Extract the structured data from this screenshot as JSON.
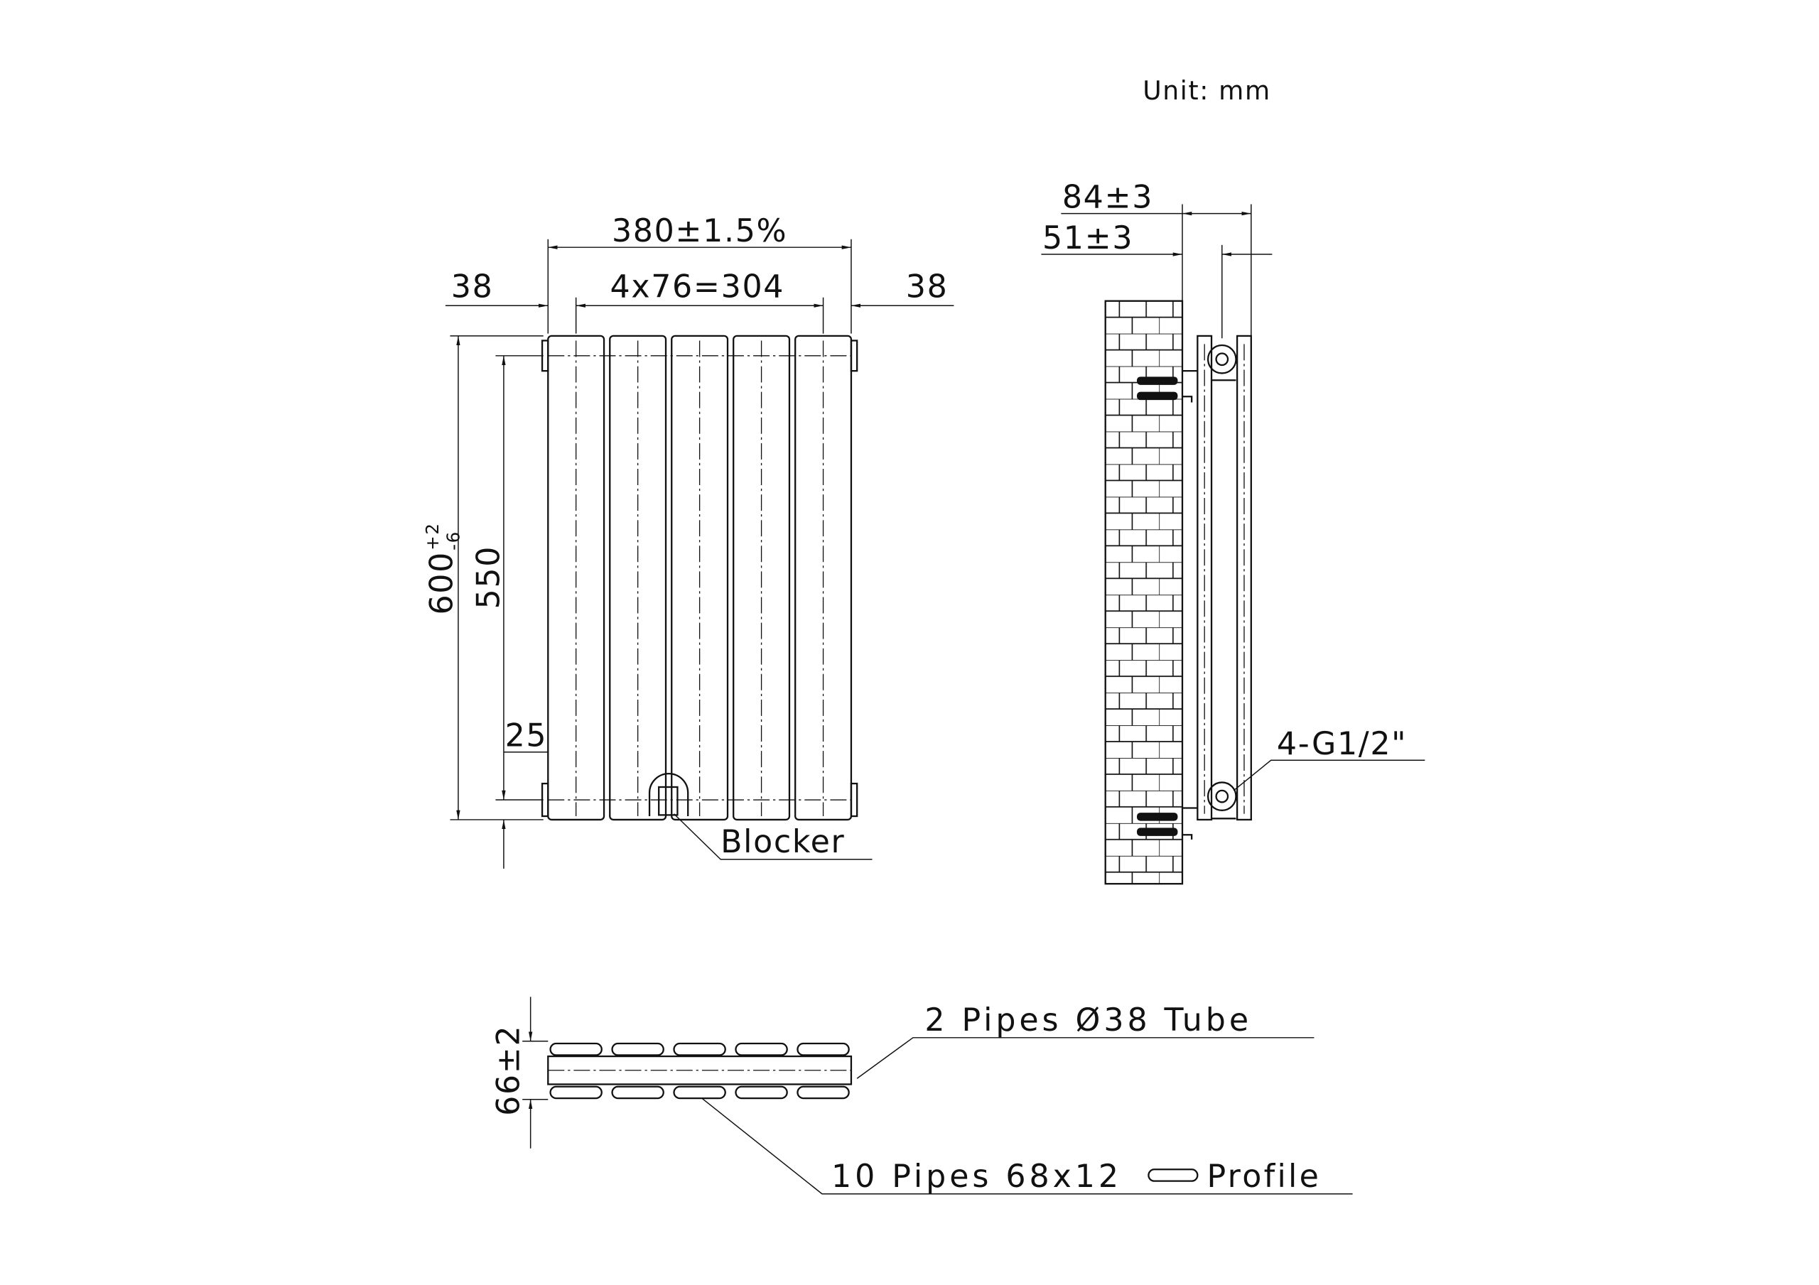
{
  "unit_label": "Unit: mm",
  "front_view": {
    "width_total": "380±1.5%",
    "pitch": "4x76=304",
    "edge_left": "38",
    "edge_right": "38",
    "height_total": "600",
    "height_tol_plus": "+2",
    "height_tol_minus": "-6",
    "centres": "550",
    "offset": "25",
    "blocker_label": "Blocker"
  },
  "side_view": {
    "depth_total": "84±3",
    "depth_wall": "51±3",
    "connection_label": "4-G1/2\""
  },
  "top_view": {
    "depth": "66±2",
    "tube_label": "2 Pipes Ø38 Tube",
    "profile_label_a": "10 Pipes 68x12",
    "profile_label_b": "Profile"
  },
  "colors": {
    "ink": "#111111",
    "paper": "#ffffff"
  }
}
